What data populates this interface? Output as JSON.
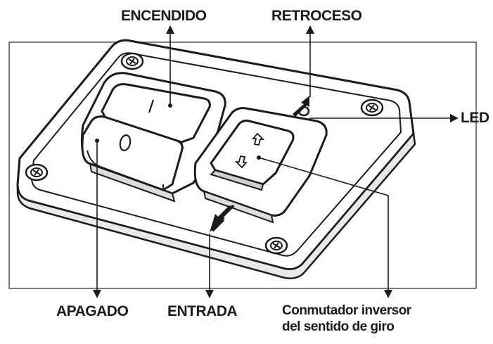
{
  "labels": {
    "encendido": "ENCENDIDO",
    "retroceso": "RETROCESO",
    "led": "LED",
    "apagado": "APAGADO",
    "entrada": "ENTRADA",
    "conmutador_line1": "Conmutador inversor",
    "conmutador_line2": "del sentido de giro"
  },
  "switch_marks": {
    "on": "I",
    "off": "O"
  },
  "colors": {
    "ink": "#1b1b1b",
    "panel": "#ffffff",
    "shadow": "#9a9a9a"
  }
}
